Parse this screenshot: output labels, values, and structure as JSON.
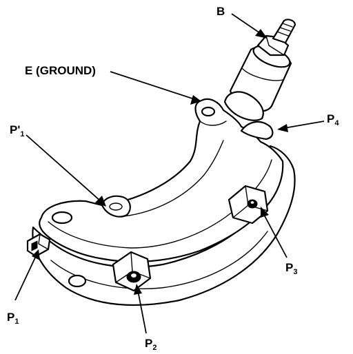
{
  "labels": {
    "b": {
      "main": "B",
      "sub": ""
    },
    "e": {
      "main": "E (GROUND)",
      "sub": ""
    },
    "p1prime": {
      "main": "P'",
      "sub": "1"
    },
    "p4": {
      "main": "P",
      "sub": "4"
    },
    "p3": {
      "main": "P",
      "sub": "3"
    },
    "p1": {
      "main": "P",
      "sub": "1"
    },
    "p2": {
      "main": "P",
      "sub": "2"
    }
  },
  "colors": {
    "ink": "#000000",
    "paper": "#ffffff"
  }
}
